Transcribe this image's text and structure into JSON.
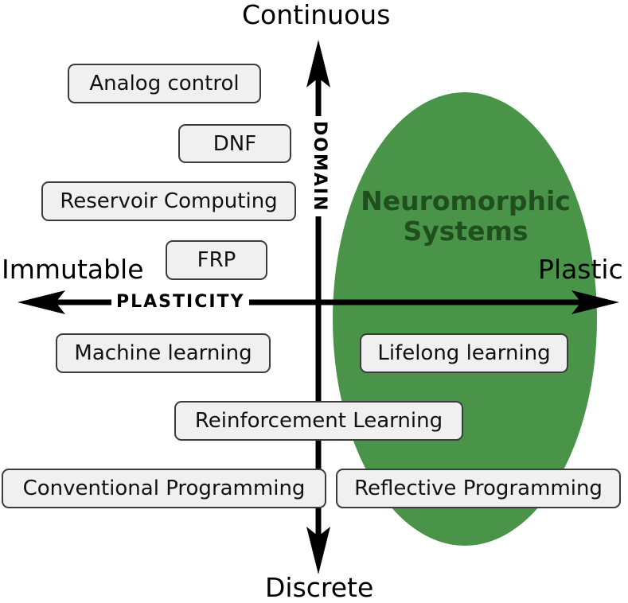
{
  "colors": {
    "region_fill": "#4a944a",
    "region_text": "#1f4f1f",
    "box_fill": "#f0f0f0",
    "box_border": "#3c3c3c",
    "axis": "#000000"
  },
  "vertical_axis": {
    "title": "DOMAIN",
    "top_label": "Continuous",
    "bottom_label": "Discrete"
  },
  "horizontal_axis": {
    "title": "PLASTICITY",
    "left_label": "Immutable",
    "right_label": "Plastic"
  },
  "region": {
    "line1": "Neuromorphic",
    "line2": "Systems"
  },
  "boxes": {
    "analog_control": "Analog control",
    "dnf": "DNF",
    "reservoir_computing": "Reservoir Computing",
    "frp": "FRP",
    "machine_learning": "Machine learning",
    "lifelong_learning": "Lifelong learning",
    "reinforcement_learning": "Reinforcement Learning",
    "conventional_programming": "Conventional Programming",
    "reflective_programming": "Reflective Programming"
  }
}
